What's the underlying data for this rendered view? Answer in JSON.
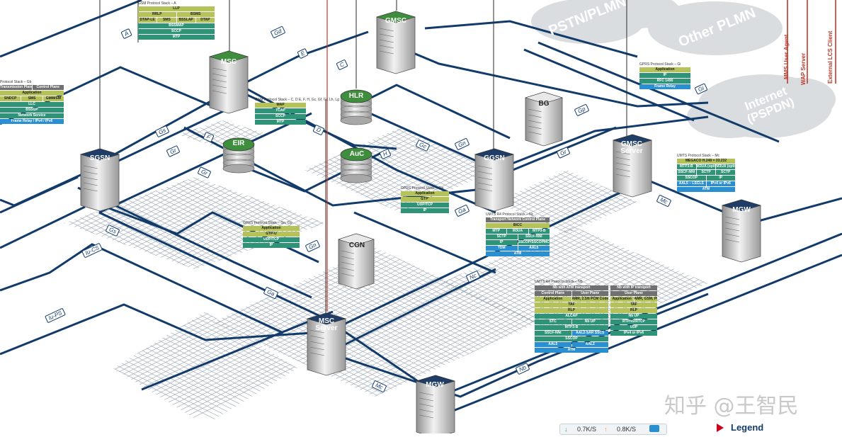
{
  "nodes": {
    "msc_top": "MSC",
    "gmsc_top": "GMSC",
    "hlr": "HLR",
    "eir": "EIR",
    "auc": "AuC",
    "bg": "BG",
    "sgsn": "SGSN",
    "ggsn": "GGSN",
    "gmsc_server": "GMSC Server",
    "mgw_right": "MGW",
    "cgn": "CGN",
    "msc_server": "MSC Server",
    "mgw_bottom": "MGW"
  },
  "clouds": {
    "pstn": "PSTN/PLMN",
    "other_plmn": "Other PLMN",
    "internet": "Internet (PSPDN)"
  },
  "interfaces": [
    "A",
    "Gd",
    "E",
    "C",
    "F",
    "D",
    "Gs",
    "Gr",
    "Gr",
    "H",
    "Gc",
    "Gn",
    "Gp",
    "Gi",
    "Gr",
    "Gs",
    "Gn",
    "Ga",
    "Mc",
    "Iu-CS",
    "Iu-PS",
    "Ga",
    "Nc",
    "Mc",
    "Nb"
  ],
  "agents": [
    "MMS User Agent",
    "WAP Server",
    "External LCS Client"
  ],
  "stacks": {
    "gsm_a": {
      "title": "GSM Protocol Stack – A",
      "rows": [
        [
          "LLP"
        ],
        [
          "RRLP",
          "BSMS"
        ],
        [
          "DTAP-LE",
          "SMS",
          "BSSLAP",
          "DTAP"
        ],
        [
          "BSSMAP"
        ],
        [
          "SCCP"
        ],
        [
          "MTP"
        ]
      ]
    },
    "gb": {
      "title": "Protocol Stack – Gb",
      "header": [
        "Transmission Plane",
        "Control Plane"
      ],
      "rows": [
        [
          "Application"
        ],
        [
          "SNDCP",
          "SMS",
          "GMM/SM"
        ],
        [
          "LLC"
        ],
        [
          "BSSGP"
        ],
        [
          "Network Service"
        ],
        [
          "Frame Relay / IPv4 / IPv6"
        ]
      ]
    },
    "gsm_c": {
      "title": "GSM Protocol Stack – C, D E, F, H, Gc, Gf, Gr, Lh, Lg",
      "rows": [
        [
          "MAP"
        ],
        [
          "TCAP"
        ],
        [
          "SCCP"
        ],
        [
          "MTP"
        ]
      ]
    },
    "gi": {
      "title": "GPRS Protocol Stack – Gi",
      "rows": [
        [
          "Application"
        ],
        [
          "IP"
        ],
        [
          "RFC 1490"
        ],
        [
          "Frame Relay"
        ]
      ]
    },
    "ga": {
      "title": "GPRS Protocol Stack – Ga",
      "rows": [
        [
          "Application"
        ],
        [
          "GTP'"
        ],
        [
          "UDP/TCP"
        ],
        [
          "IP"
        ]
      ]
    },
    "gn": {
      "title": "GPRS Protocol Stack – Gn, Gp",
      "rows": [
        [
          "Application"
        ],
        [
          "GTP-U"
        ],
        [
          "UDP/TCP"
        ],
        [
          "IP"
        ]
      ]
    },
    "mc": {
      "title": "UMTS Protocol Stack – Mc",
      "rows": [
        [
          "MEGACO H.248 = 33.232"
        ],
        [
          "MTP3-B",
          "M3UA (optional)",
          "M3UA (optional)"
        ],
        [
          "SSCF-NNI",
          "SCTP",
          "SCTP"
        ],
        [
          "SSCOP",
          "IP"
        ],
        [
          "AAL5 – LSCLS",
          "IPv4 or IPv6"
        ],
        [
          "ATM"
        ]
      ]
    },
    "nc": {
      "title": "UMTS R4 Protocol Stack – Nc",
      "header": [
        "Transport Network Control Plane"
      ],
      "rows": [
        [
          "BICC"
        ],
        [
          "MTP",
          "M3UA",
          "MTP3-B"
        ],
        [
          "SCTP",
          "SSCF-NNI"
        ],
        [
          "IP",
          "SSCOP/SSCOPMCE"
        ],
        [
          "TDM",
          "AAL5"
        ],
        [
          "ATM"
        ]
      ]
    },
    "nb": {
      "title": "UMTS R4 Protocol Stack – Nb",
      "header_left": "Nb with ATM transport",
      "header_right": "Nb with IP transport",
      "sub_left": [
        "Control Plane",
        "User Plane"
      ],
      "sub_right": "User Plane",
      "rows_left": [
        [
          "Application",
          "AMR, 2.5/6 PCM Codec"
        ],
        [
          "TAF"
        ],
        [
          "RLP"
        ],
        [
          "ALCAP"
        ],
        [
          "STC",
          "Nb UP"
        ],
        [
          "MTP3-B"
        ],
        [
          "SSCF-NNI",
          "AAL2-SAR SSCS"
        ],
        [
          "SSCOP"
        ],
        [
          "AAL5",
          "AAL2"
        ],
        [
          "ATM"
        ]
      ],
      "rows_right": [
        [
          "Application",
          "AMR, GSM, PCM Codec"
        ],
        [
          "TAF"
        ],
        [
          "RLP"
        ],
        [
          "Nb UP"
        ],
        [
          "RTP/v2/RTCP"
        ],
        [
          "UDP"
        ],
        [
          "IPv4 or IPv6"
        ]
      ]
    }
  },
  "watermark": "知乎 @王智民",
  "legend": "Legend",
  "netbar": {
    "down": "0.7K/S",
    "up": "0.8K/S"
  },
  "colors": {
    "line": "#123b6a",
    "grid": "#9aa7b6",
    "node_body": "#e6e6e6",
    "node_top_green": "#3e8e3e",
    "node_top_navy": "#1f3d66",
    "red": "#c0392b"
  }
}
